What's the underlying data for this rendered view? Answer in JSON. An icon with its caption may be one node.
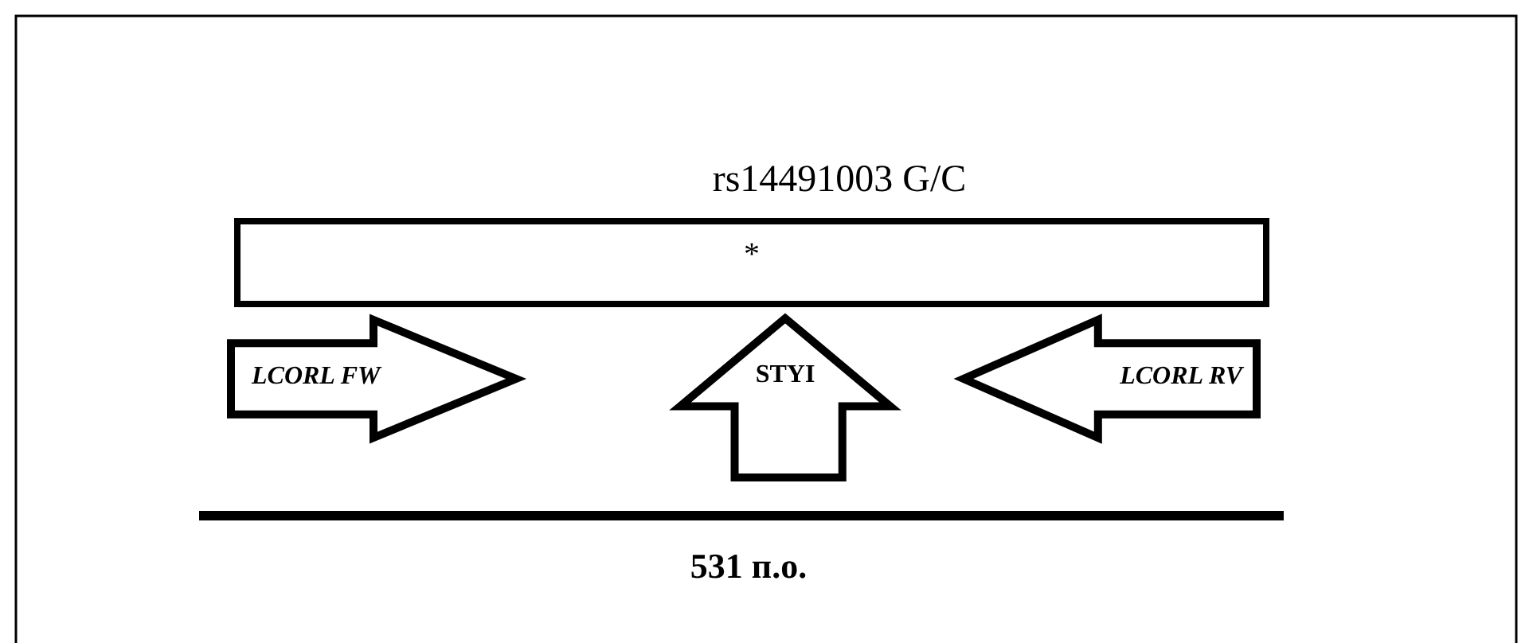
{
  "diagram": {
    "nodes": [
      {
        "text": [
          "*"
        ],
        "beside": [
          "rs14491003 G/C"
        ]
      },
      {
        "text": [
          "LCORL FW"
        ]
      },
      {
        "text": [
          "STYI"
        ]
      },
      {
        "text": [
          "LCORL RV"
        ]
      }
    ],
    "labels": [
      "531 п.о."
    ]
  }
}
